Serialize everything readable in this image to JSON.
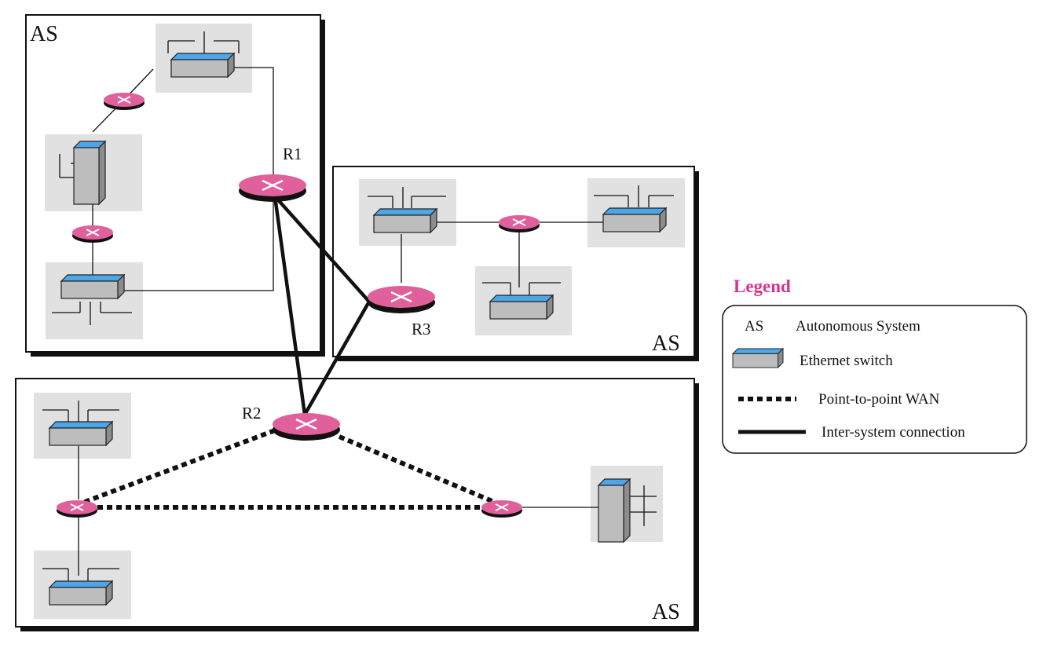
{
  "systems": [
    {
      "label": "AS"
    },
    {
      "label": "AS"
    },
    {
      "label": "AS"
    }
  ],
  "routers": [
    {
      "label": "R1"
    },
    {
      "label": "R2"
    },
    {
      "label": "R3"
    }
  ],
  "legend": {
    "title": "Legend",
    "items": [
      {
        "key": "AS",
        "text": "Autonomous System"
      },
      {
        "icon": "ethernet-switch-icon",
        "text": "Ethernet switch"
      },
      {
        "icon": "dotted-line-icon",
        "text": "Point-to-point WAN"
      },
      {
        "icon": "solid-line-icon",
        "text": "Inter-system connection"
      }
    ]
  },
  "colors": {
    "router_body": "#e0609c",
    "router_top": "#e889b4",
    "switch_top": "#4da6e8",
    "switch_body": "#bdbdbd",
    "tile_bg": "#e1e1e1",
    "legend_title": "#d6338f"
  }
}
